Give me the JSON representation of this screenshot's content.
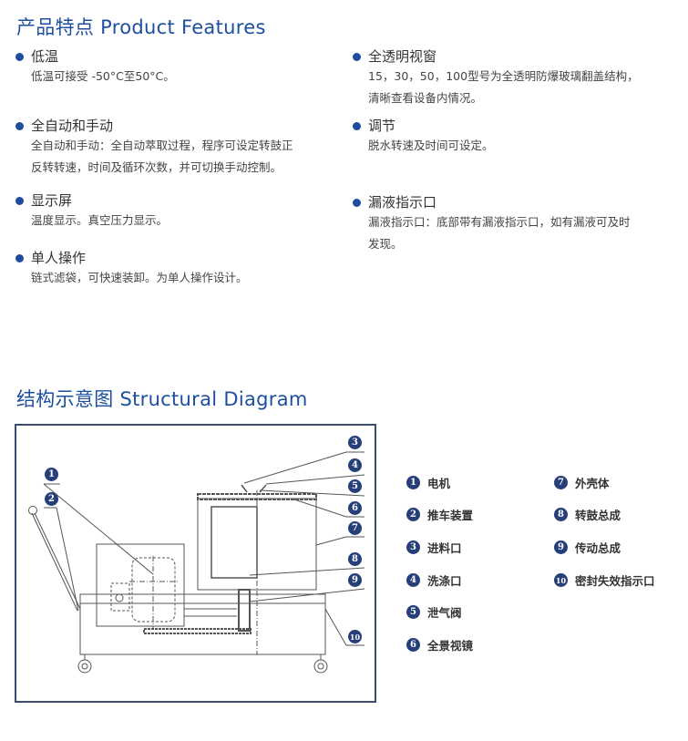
{
  "features_heading": "产品特点  Product Features",
  "features": [
    {
      "title": "低温",
      "desc": [
        "低温可接受 -50°C至50°C。"
      ]
    },
    {
      "title": "全自动和手动",
      "desc": [
        "全自动和手动：全自动萃取过程，程序可设定转鼓正",
        "反转转速，时间及循环次数，并可切换手动控制。"
      ]
    },
    {
      "title": "显示屏",
      "desc": [
        "温度显示。真空压力显示。"
      ]
    },
    {
      "title": "单人操作",
      "desc": [
        "链式滤袋，可快速装卸。为单人操作设计。"
      ]
    },
    {
      "title": "全透明视窗",
      "desc": [
        "15，30，50，100型号为全透明防爆玻璃翻盖结构，",
        "清晰查看设备内情况。"
      ]
    },
    {
      "title": "调节",
      "desc": [
        "脱水转速及时间可设定。"
      ]
    },
    {
      "title": "漏液指示口",
      "desc": [
        "漏液指示口：底部带有漏液指示口，如有漏液可及时",
        "发现。"
      ]
    }
  ],
  "diagram_heading": "结构示意图  Structural Diagram",
  "callouts": [
    "1",
    "2",
    "3",
    "4",
    "5",
    "6",
    "7",
    "8",
    "9",
    "10"
  ],
  "legend": [
    {
      "num": "1",
      "label": "电机"
    },
    {
      "num": "2",
      "label": "推车装置"
    },
    {
      "num": "3",
      "label": "进料口"
    },
    {
      "num": "4",
      "label": "洗涤口"
    },
    {
      "num": "5",
      "label": "泄气阀"
    },
    {
      "num": "6",
      "label": "全景视镜"
    },
    {
      "num": "7",
      "label": "外壳体"
    },
    {
      "num": "8",
      "label": "转鼓总成"
    },
    {
      "num": "9",
      "label": "传动总成"
    },
    {
      "num": "10",
      "label": "密封失效指示口"
    }
  ],
  "colors": {
    "heading": "#1d4fa0",
    "bullet": "#1f4c9c",
    "callout": "#263f78"
  }
}
